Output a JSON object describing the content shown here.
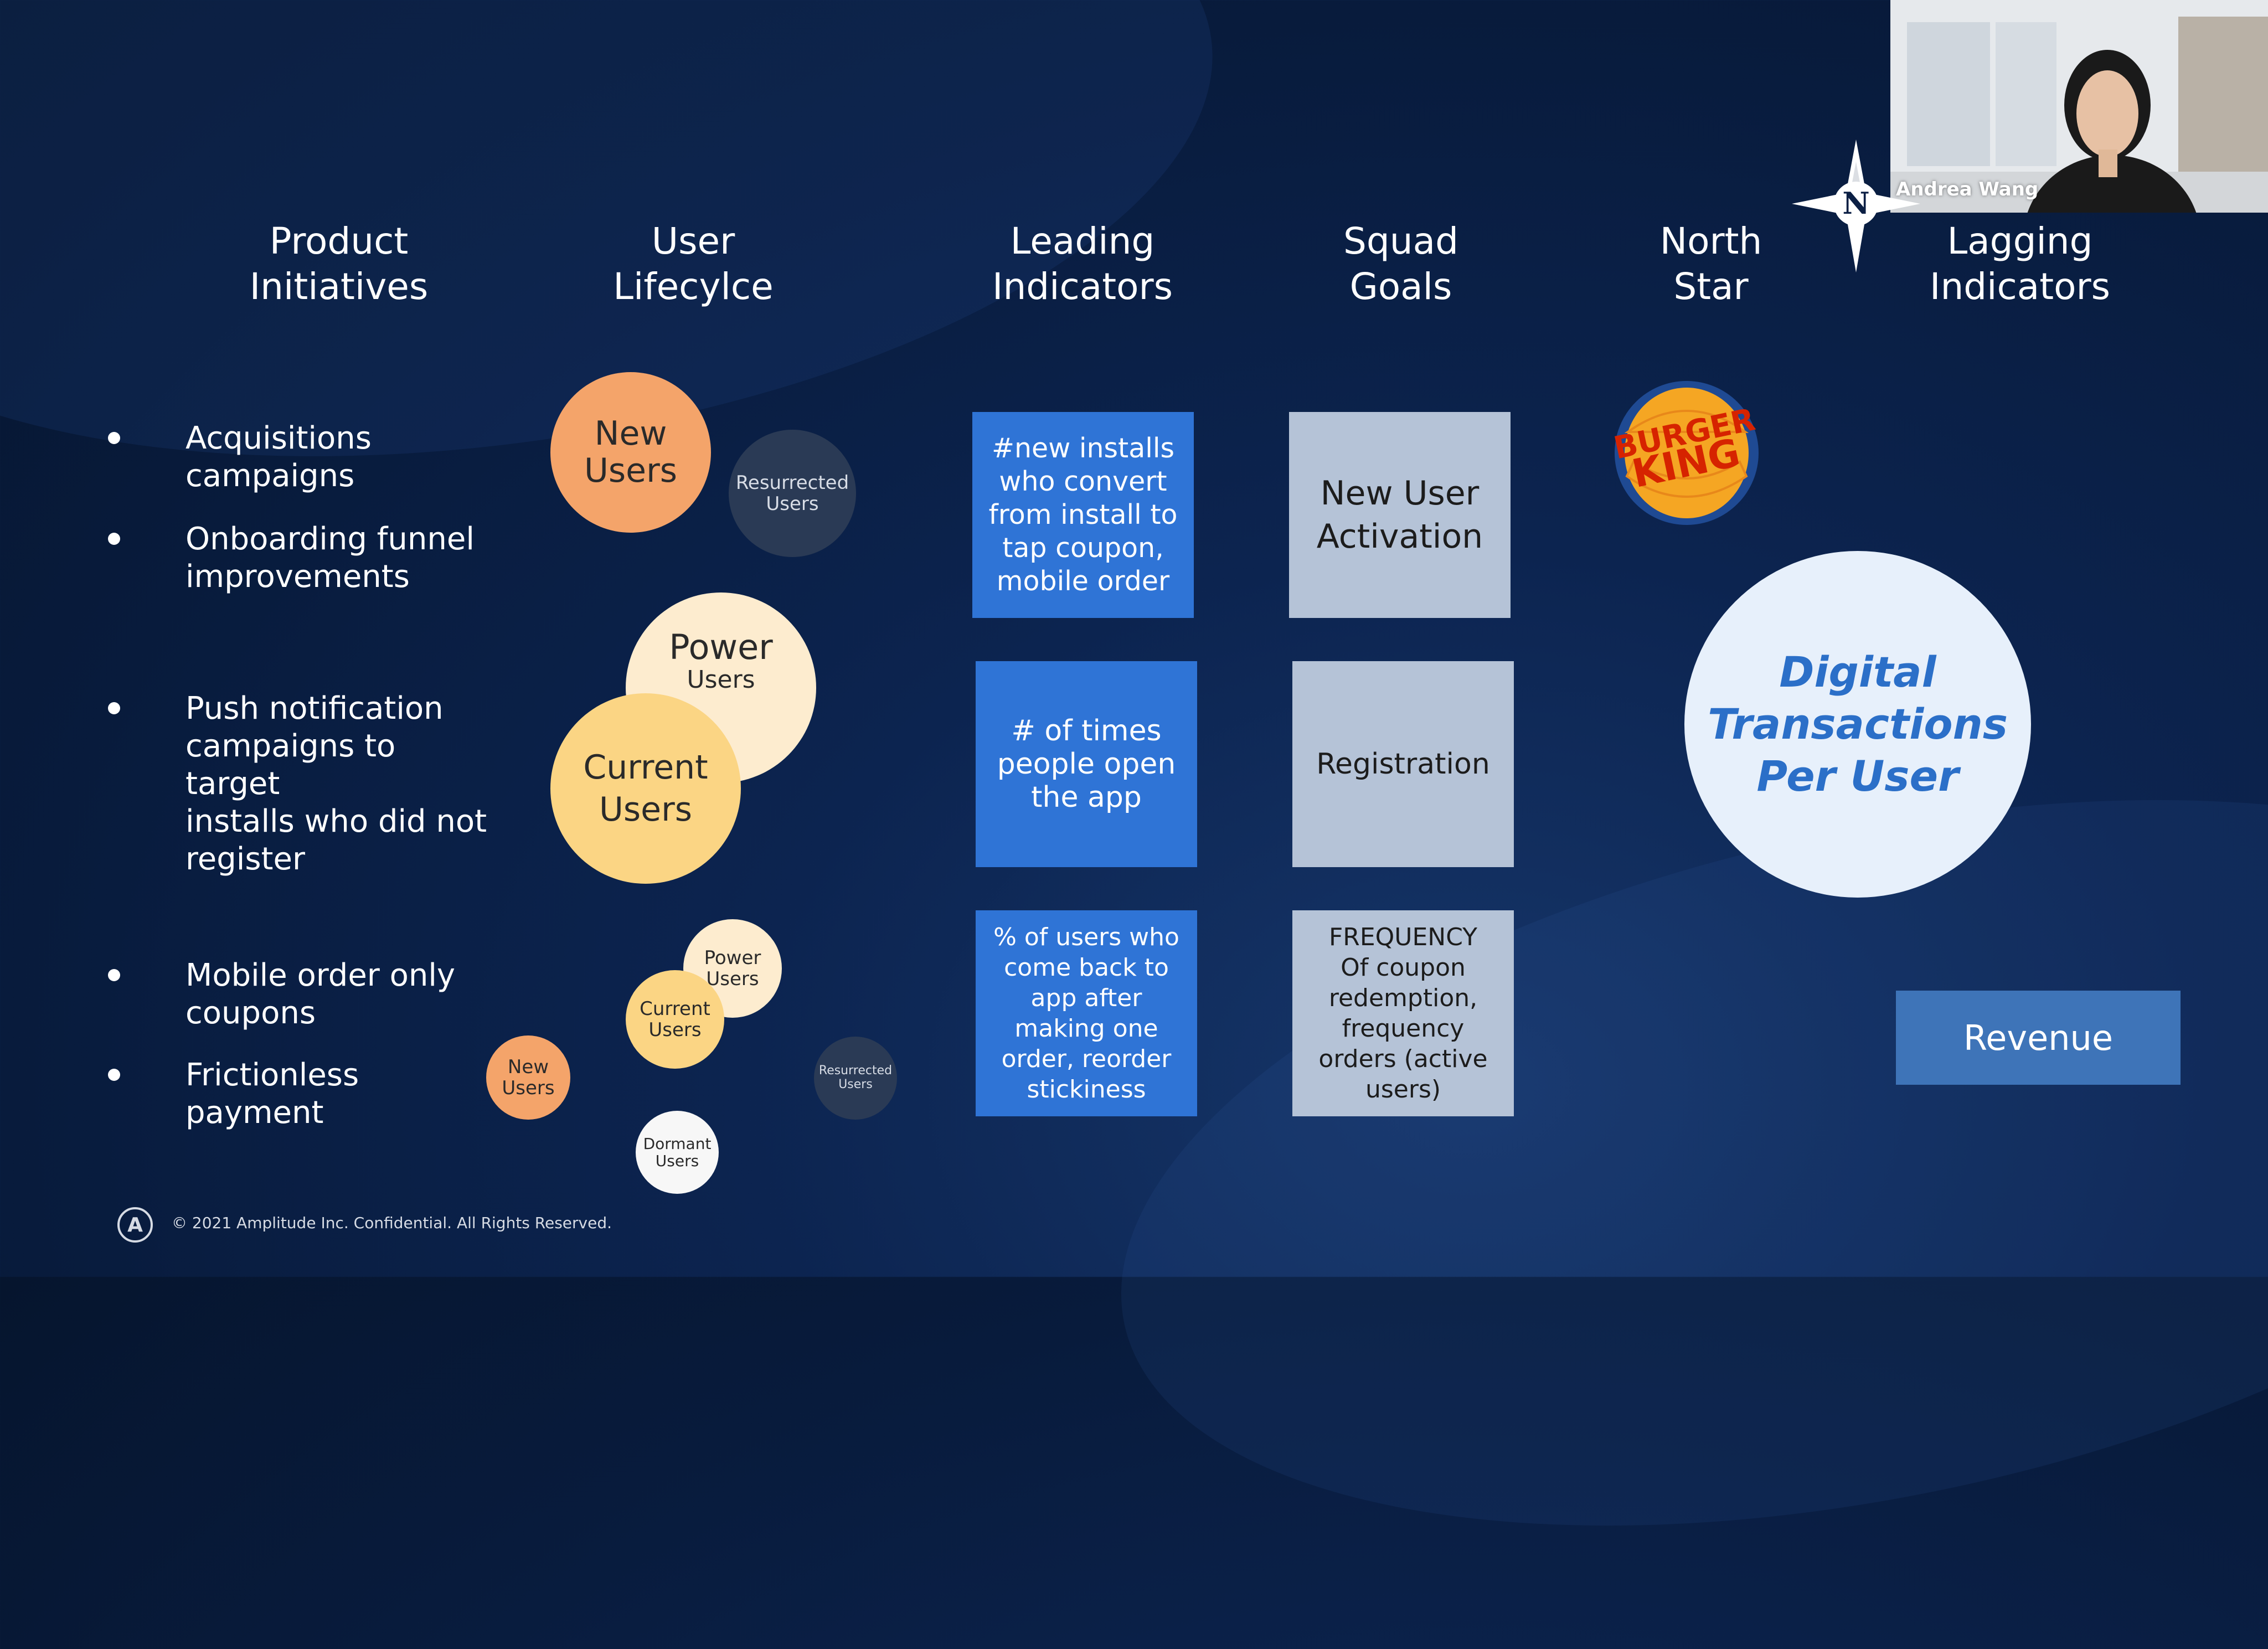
{
  "headers": {
    "product_initiatives": [
      "Product",
      "Initiatives"
    ],
    "user_lifecycle": [
      "User",
      "Lifecylce"
    ],
    "leading_indicators": [
      "Leading",
      "Indicators"
    ],
    "squad_goals": [
      "Squad",
      "Goals"
    ],
    "north_star": [
      "North",
      "Star"
    ],
    "lagging_indicators": [
      "Lagging",
      "Indicators"
    ]
  },
  "initiatives": [
    [
      "Acquisitions",
      "campaigns"
    ],
    [
      "Onboarding funnel",
      "improvements"
    ],
    [
      "Push notification",
      "campaigns to target",
      "installs who did not",
      "register"
    ],
    [
      "Mobile order only",
      "coupons"
    ],
    [
      "Frictionless",
      "payment"
    ]
  ],
  "lifecycle": {
    "row1": {
      "new_users": [
        "New",
        "Users"
      ],
      "resurrected_users": [
        "Resurrected",
        "Users"
      ]
    },
    "row2": {
      "power_users": [
        "Power",
        "Users"
      ],
      "current_users": [
        "Current",
        "Users"
      ]
    },
    "row3": {
      "power_users": [
        "Power",
        "Users"
      ],
      "current_users": [
        "Current",
        "Users"
      ],
      "new_users": [
        "New",
        "Users"
      ],
      "resurrected_users": [
        "Resurrected",
        "Users"
      ],
      "dormant_users": [
        "Dormant",
        "Users"
      ]
    }
  },
  "leading_indicators": [
    [
      "#new installs",
      "who convert",
      "from install to",
      "tap coupon,",
      "mobile order"
    ],
    [
      "# of times",
      "people open",
      "the app"
    ],
    [
      "% of users who",
      "come back to",
      "app after",
      "making one",
      "order, reorder",
      "stickiness"
    ]
  ],
  "squad_goals": [
    [
      "New User",
      "Activation"
    ],
    [
      "Registration"
    ],
    [
      "FREQUENCY",
      "Of coupon",
      "redemption,",
      "frequency",
      "orders (active",
      "users)"
    ]
  ],
  "north_star": {
    "logo_icon": "burger-king-logo",
    "logo_wordmark": [
      "BURGER",
      "KING"
    ],
    "metric": [
      "Digital",
      "Transactions",
      "Per User"
    ],
    "compass_letter": "N"
  },
  "lagging": {
    "revenue": "Revenue"
  },
  "footer": {
    "text": "© 2021 Amplitude Inc.  Confidential.  All Rights Reserved.",
    "logo_icon": "amplitude-logo"
  },
  "video": {
    "speaker_name": "Andrea Wang"
  },
  "colors": {
    "background": "#0a2044",
    "blue_box": "#2f74d6",
    "grey_box": "#b5c3d7",
    "new_users": "#f4a46a",
    "current_users": "#fbd584",
    "power_users": "#fdeccf",
    "resurrected_users": "#2a3a55",
    "north_star_text": "#2b6fc8",
    "revenue": "#3e74b8"
  }
}
